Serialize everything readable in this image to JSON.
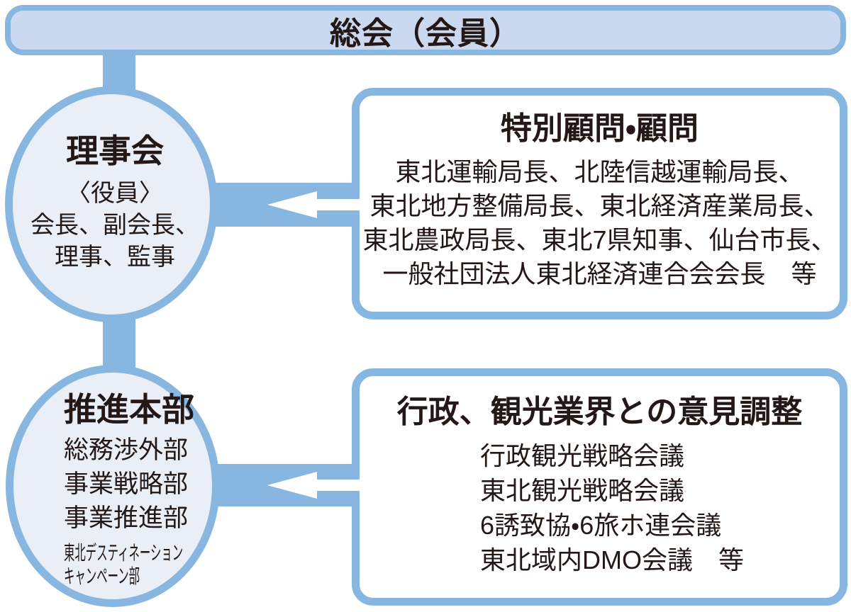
{
  "colors": {
    "accent_blue": "#87b6e0",
    "banner_fill": "#cbd9f0",
    "circle_fill": "#e9eef7",
    "box_fill": "#ffffff",
    "text": "#231815"
  },
  "banner": {
    "title": "総会（会員）"
  },
  "board_circle": {
    "title": "理事会",
    "lines": [
      "〈役員〉",
      "会長、副会長、",
      "理事、監事"
    ]
  },
  "advisors_box": {
    "title": "特別顧問・顧問",
    "lines": [
      "東北運輸局長、北陸信越運輸局長、",
      "東北地方整備局長、東北経済産業局長、",
      "東北農政局長、東北7県知事、仙台市長、",
      "一般社団法人東北経済連合会会長　等"
    ]
  },
  "hq_circle": {
    "title": "推進本部",
    "lines": [
      "総務渉外部",
      "事業戦略部",
      "事業推進部"
    ],
    "condensed": [
      "東北デスティネーション",
      "キャンペーン部"
    ]
  },
  "coordination_box": {
    "title": "行政、観光業界との意見調整",
    "lines": [
      "行政観光戦略会議",
      "東北観光戦略会議",
      "6誘致協・6旅ホ連会議",
      "東北域内DMO会議　等"
    ]
  }
}
